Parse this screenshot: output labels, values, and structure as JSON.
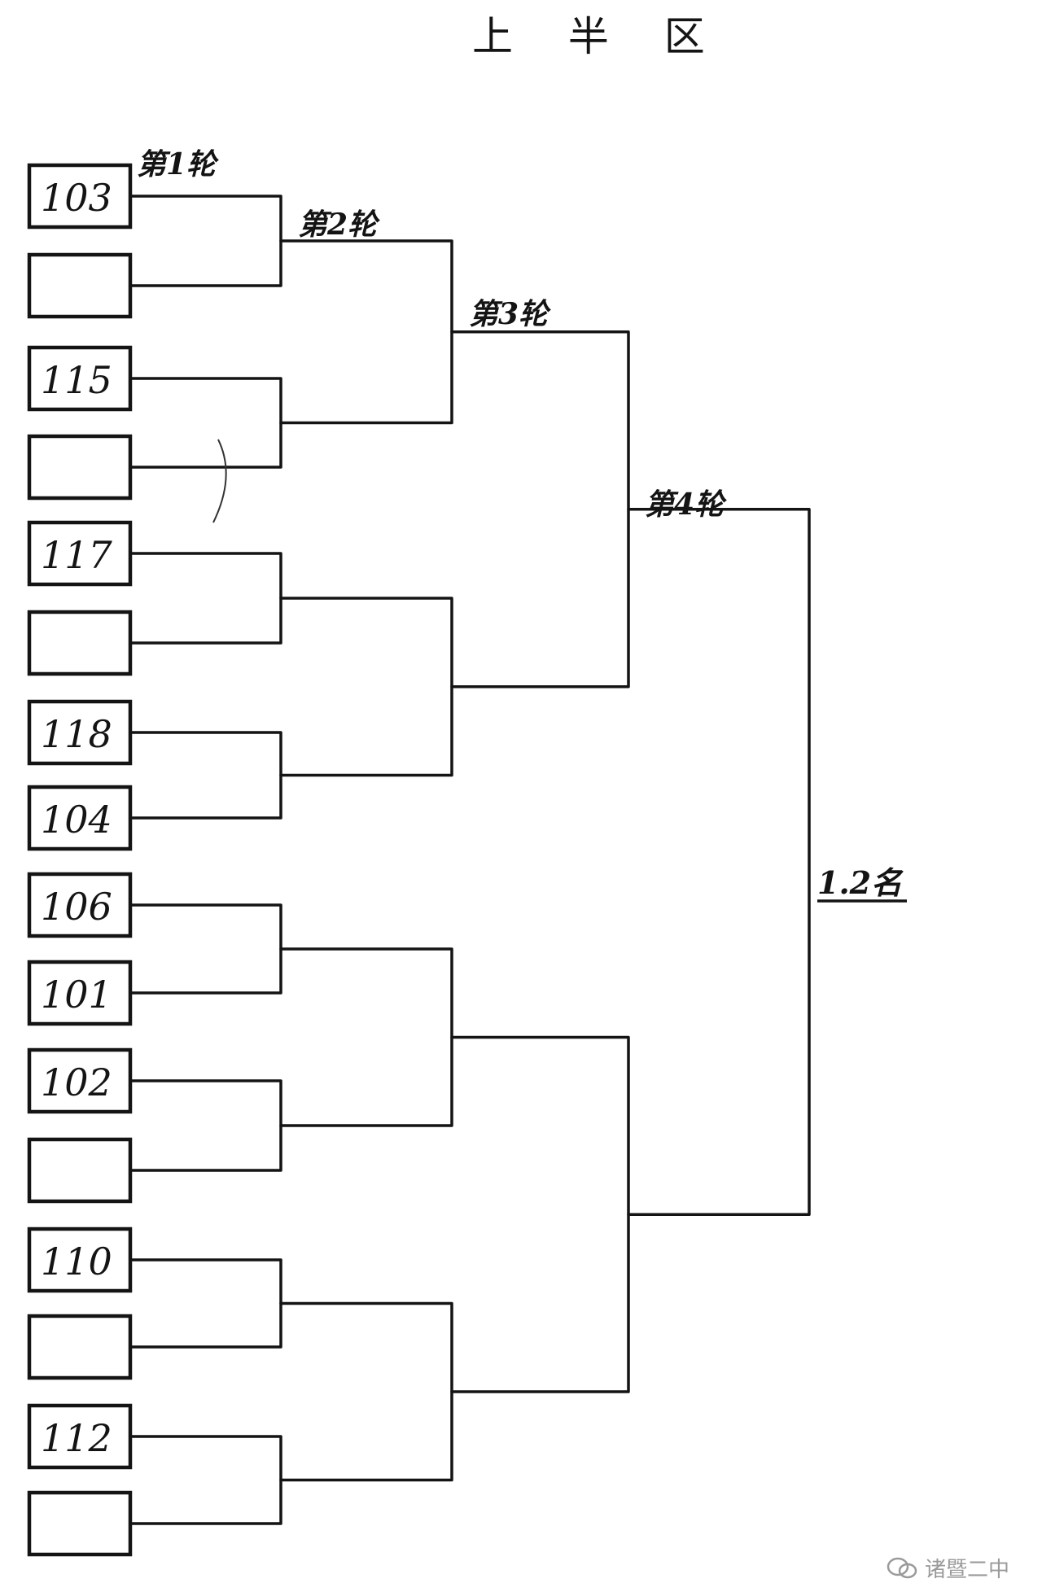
{
  "title": "上 半 区",
  "rounds": [
    "第1轮",
    "第2轮",
    "第3轮",
    "第4轮"
  ],
  "final_label": "1.2名",
  "slots": [
    "103",
    "",
    "115",
    "",
    "117",
    "",
    "118",
    "104",
    "106",
    "101",
    "102",
    "",
    "110",
    "",
    "112",
    ""
  ],
  "watermark": "诸暨二中",
  "colors": {
    "ink": "#141414",
    "paper": "#ffffff",
    "watermark": "#9a9a9a"
  }
}
